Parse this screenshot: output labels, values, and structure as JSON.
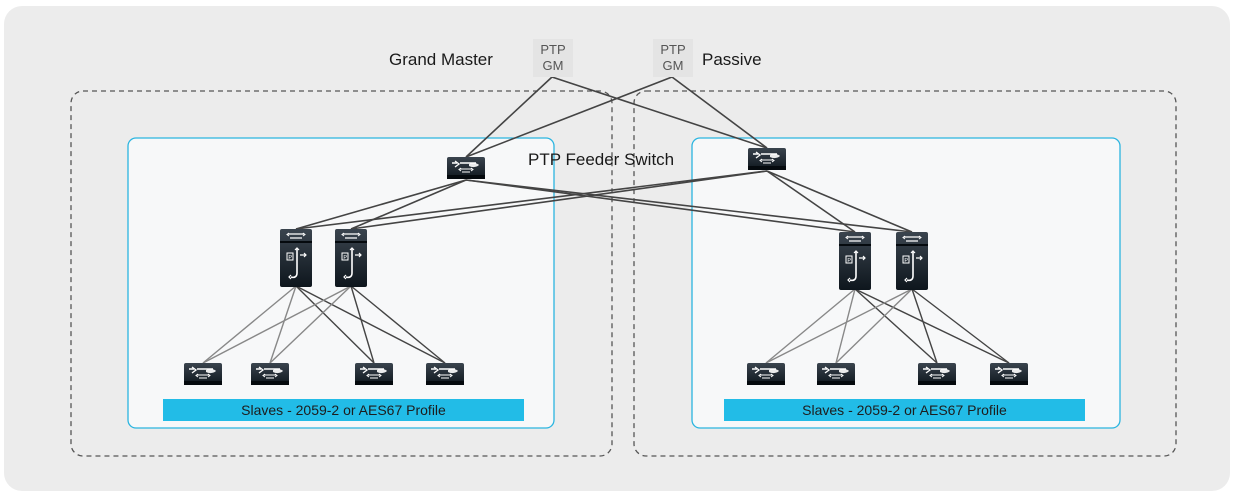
{
  "clocks": {
    "grand_master_label": "Grand Master",
    "passive_label": "Passive",
    "gm_box": [
      "PTP",
      "GM"
    ],
    "passive_box": [
      "PTP",
      "GM"
    ]
  },
  "feeder_label": "PTP Feeder Switch",
  "slaves_label_left": "Slaves - 2059-2 or AES67 Profile",
  "slaves_label_right": "Slaves - 2059-2 or AES67 Profile",
  "colors": {
    "background": "#ececec",
    "panel_border": "#2bb5e0",
    "panel_fill": "#f7f8f9",
    "slaves_bar": "#22bce7",
    "device": "#111a22",
    "link": "#444444",
    "link_light": "#8a8a8a"
  },
  "icons": {
    "ptp_switch": "ptp-switch-icon",
    "boundary_clock": "boundary-clock-switch-icon"
  }
}
